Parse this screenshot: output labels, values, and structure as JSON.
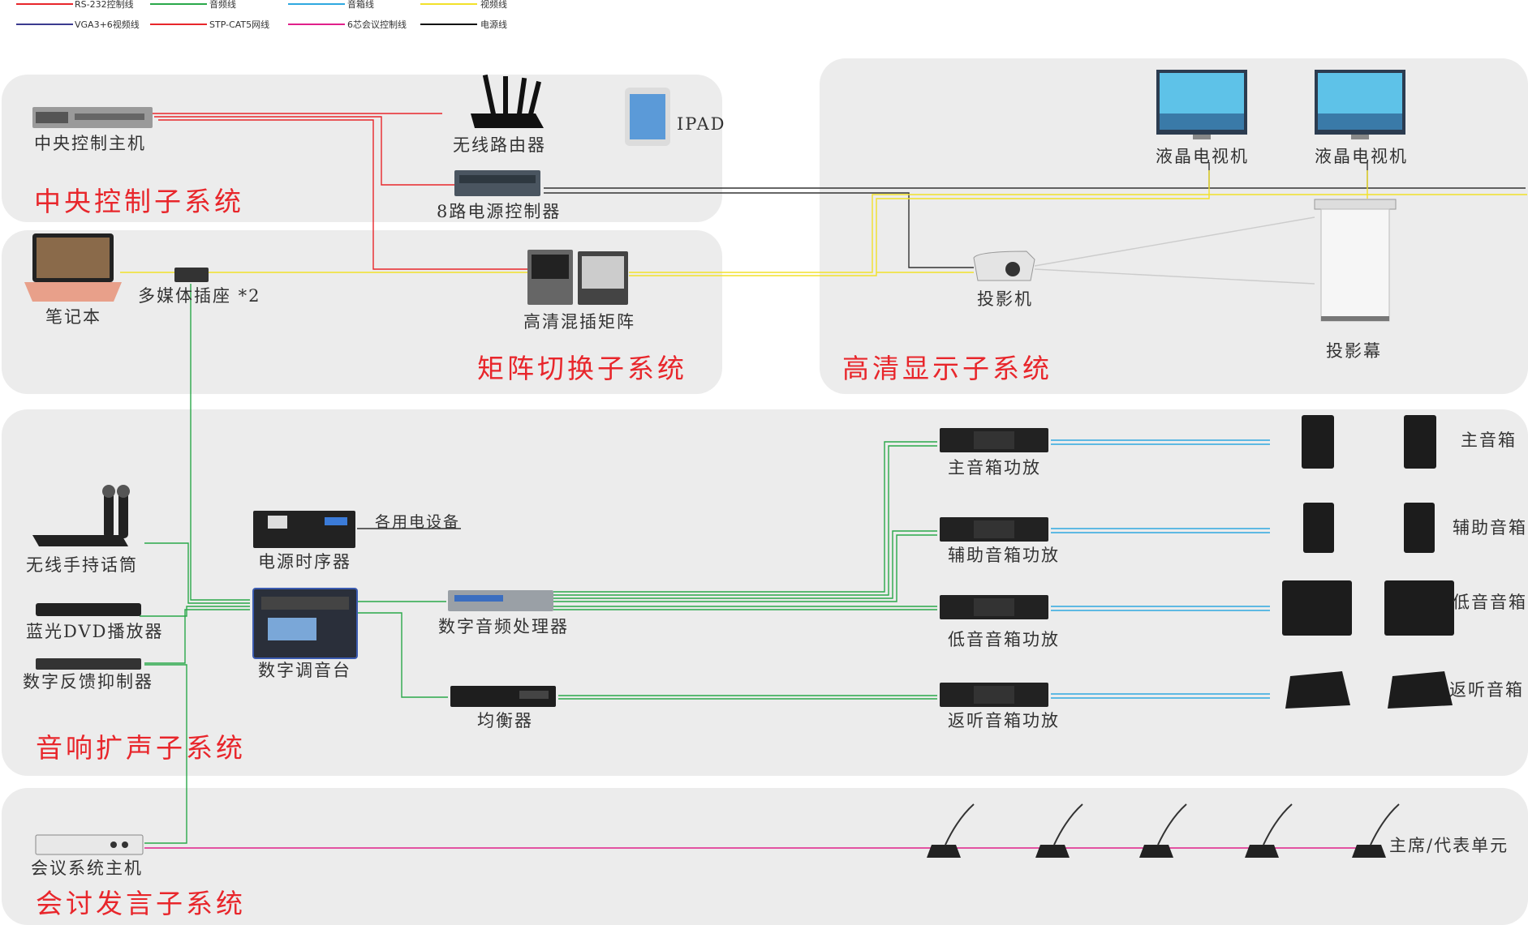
{
  "legend": [
    {
      "label": "RS-232控制线",
      "color": "#e8262b"
    },
    {
      "label": "音频线",
      "color": "#2aa84a"
    },
    {
      "label": "音箱线",
      "color": "#2fa8e0"
    },
    {
      "label": "视频线",
      "color": "#f2e12a"
    },
    {
      "label": "VGA3+6视频线",
      "color": "#3b3b8f"
    },
    {
      "label": "STP-CAT5网线",
      "color": "#e8262b"
    },
    {
      "label": "6芯会议控制线",
      "color": "#e0208a"
    },
    {
      "label": "电源线",
      "color": "#111111"
    }
  ],
  "subsystems": {
    "central": "中央控制子系统",
    "matrix": "矩阵切换子系统",
    "display": "高清显示子系统",
    "audio": "音响扩声子系统",
    "conference": "会讨发言子系统"
  },
  "devices": {
    "central_host": "中央控制主机",
    "router": "无线路由器",
    "ipad": "IPAD",
    "power_ctrl": "8路电源控制器",
    "laptop": "笔记本",
    "socket": "多媒体插座 *2",
    "hd_matrix": "高清混插矩阵",
    "lcd_tv_1": "液晶电视机",
    "lcd_tv_2": "液晶电视机",
    "projector": "投影机",
    "screen": "投影幕",
    "power_seq": "电源时序器",
    "spare_power": "各用电设备",
    "wireless_mic": "无线手持话筒",
    "dvd": "蓝光DVD播放器",
    "feedback": "数字反馈抑制器",
    "mixer": "数字调音台",
    "dsp": "数字音频处理器",
    "equalizer": "均衡器",
    "amp_main": "主音箱功放",
    "amp_aux": "辅助音箱功放",
    "amp_sub": "低音音箱功放",
    "amp_monitor": "返听音箱功放",
    "spk_main": "主音箱",
    "spk_aux": "辅助音箱",
    "spk_sub": "低音音箱",
    "spk_monitor": "返听音箱",
    "conf_host": "会议系统主机",
    "conf_unit": "主席/代表单元"
  }
}
